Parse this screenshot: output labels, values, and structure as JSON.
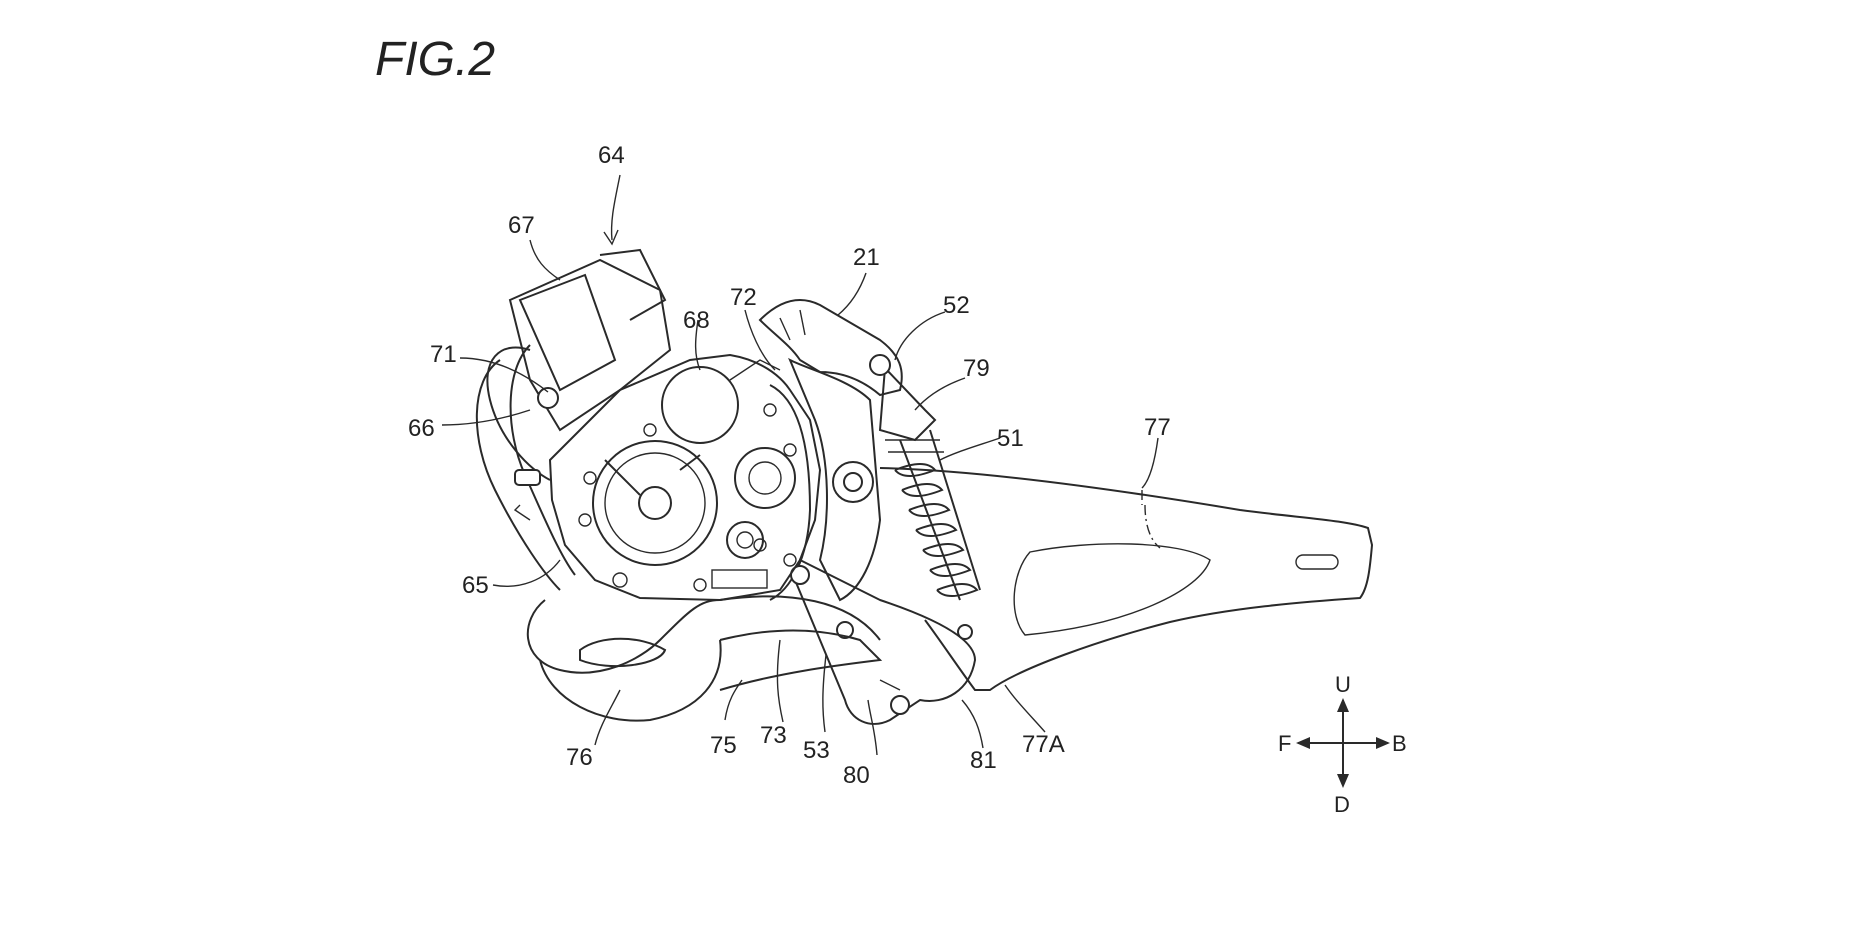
{
  "figure": {
    "title": "FIG.2"
  },
  "reference_numerals": {
    "n64": "64",
    "n67": "67",
    "n21": "21",
    "n72": "72",
    "n68": "68",
    "n52": "52",
    "n71": "71",
    "n79": "79",
    "n66": "66",
    "n51": "51",
    "n77": "77",
    "n65": "65",
    "n76": "76",
    "n75": "75",
    "n73": "73",
    "n53": "53",
    "n80": "80",
    "n81": "81",
    "n77A": "77A"
  },
  "direction_indicator": {
    "up": "U",
    "down": "D",
    "front": "F",
    "back": "B"
  }
}
